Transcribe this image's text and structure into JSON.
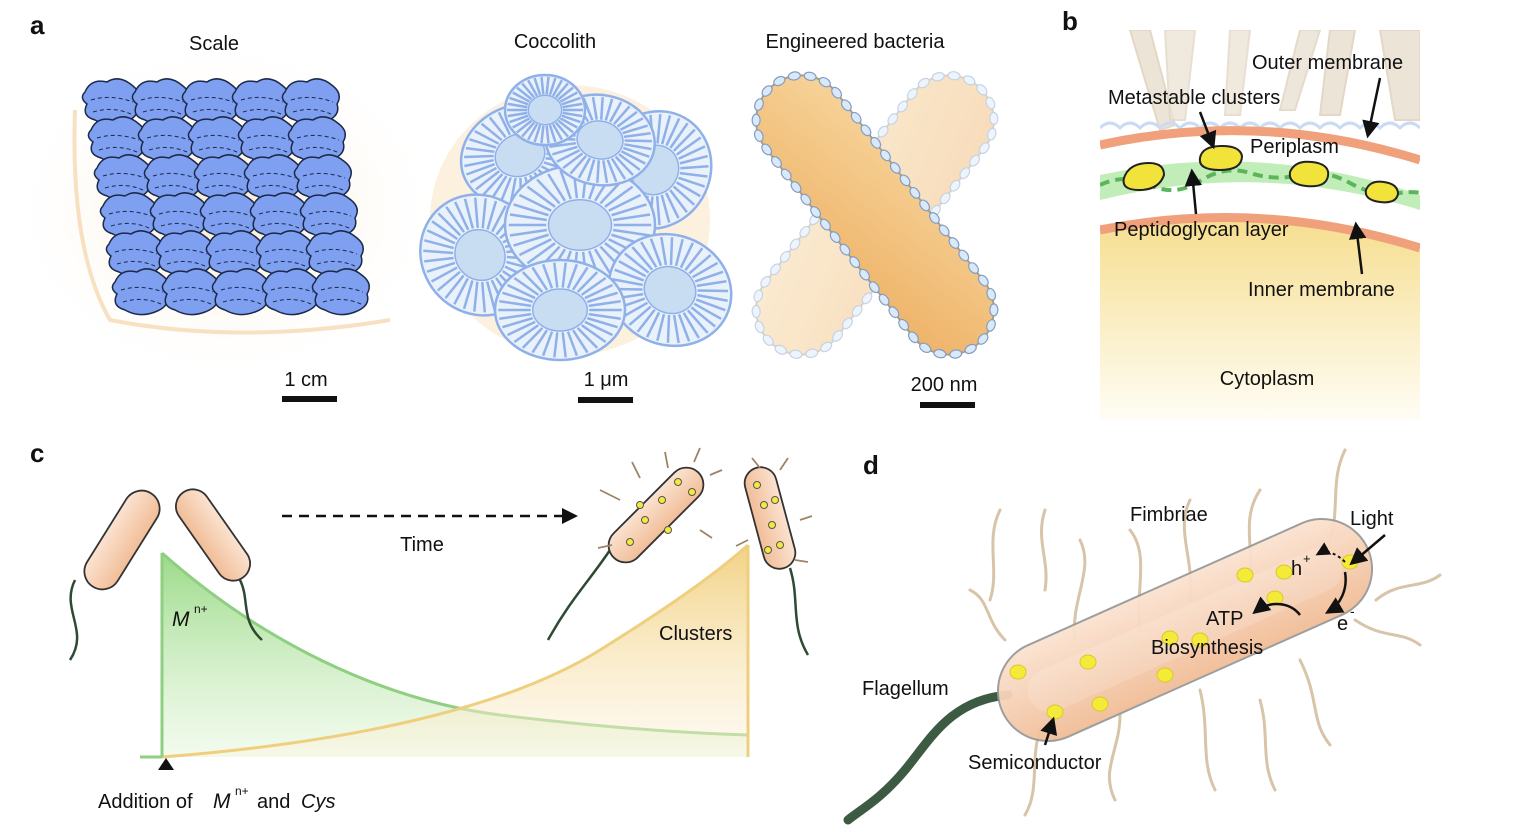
{
  "panels": {
    "a": {
      "label": "a",
      "scale": {
        "title": "Scale",
        "bar": "1 cm"
      },
      "coccolith": {
        "title": "Coccolith",
        "bar": "1 μm"
      },
      "bacteria": {
        "title": "Engineered bacteria",
        "bar": "200 nm"
      }
    },
    "b": {
      "label": "b",
      "outer_membrane": "Outer membrane",
      "metastable_clusters": "Metastable clusters",
      "periplasm": "Periplasm",
      "peptidoglycan": "Peptidoglycan layer",
      "inner_membrane": "Inner membrane",
      "cytoplasm": "Cytoplasm"
    },
    "c": {
      "label": "c",
      "time": "Time",
      "ion_M": "M",
      "ion_sup": "n+",
      "clusters": "Clusters",
      "addition_prefix": "Addition of",
      "addition_M": "M",
      "addition_sup": "n+",
      "addition_and": "and",
      "addition_cys": "Cys"
    },
    "d": {
      "label": "d",
      "fimbriae": "Fimbriae",
      "light": "Light",
      "hole": "h",
      "hole_sup": "+",
      "electron": "e",
      "electron_sup": "-",
      "atp": "ATP",
      "biosynthesis": "Biosynthesis",
      "flagellum": "Flagellum",
      "semiconductor": "Semiconductor"
    }
  },
  "colors": {
    "scale_blue": "#7f9ff0",
    "coccolith_blue": "#8fb0e8",
    "bacteria_orange": "#f0c07a",
    "membrane_salmon": "#f0a07a",
    "periplasm_green": "#9fe08a",
    "cluster_yellow": "#f2e33a",
    "ion_green": "#8fd67a",
    "cluster_area_yellow": "#f3d98a",
    "cell_peach": "#f7cdb0",
    "flagellum_dark": "#3d5b42"
  }
}
